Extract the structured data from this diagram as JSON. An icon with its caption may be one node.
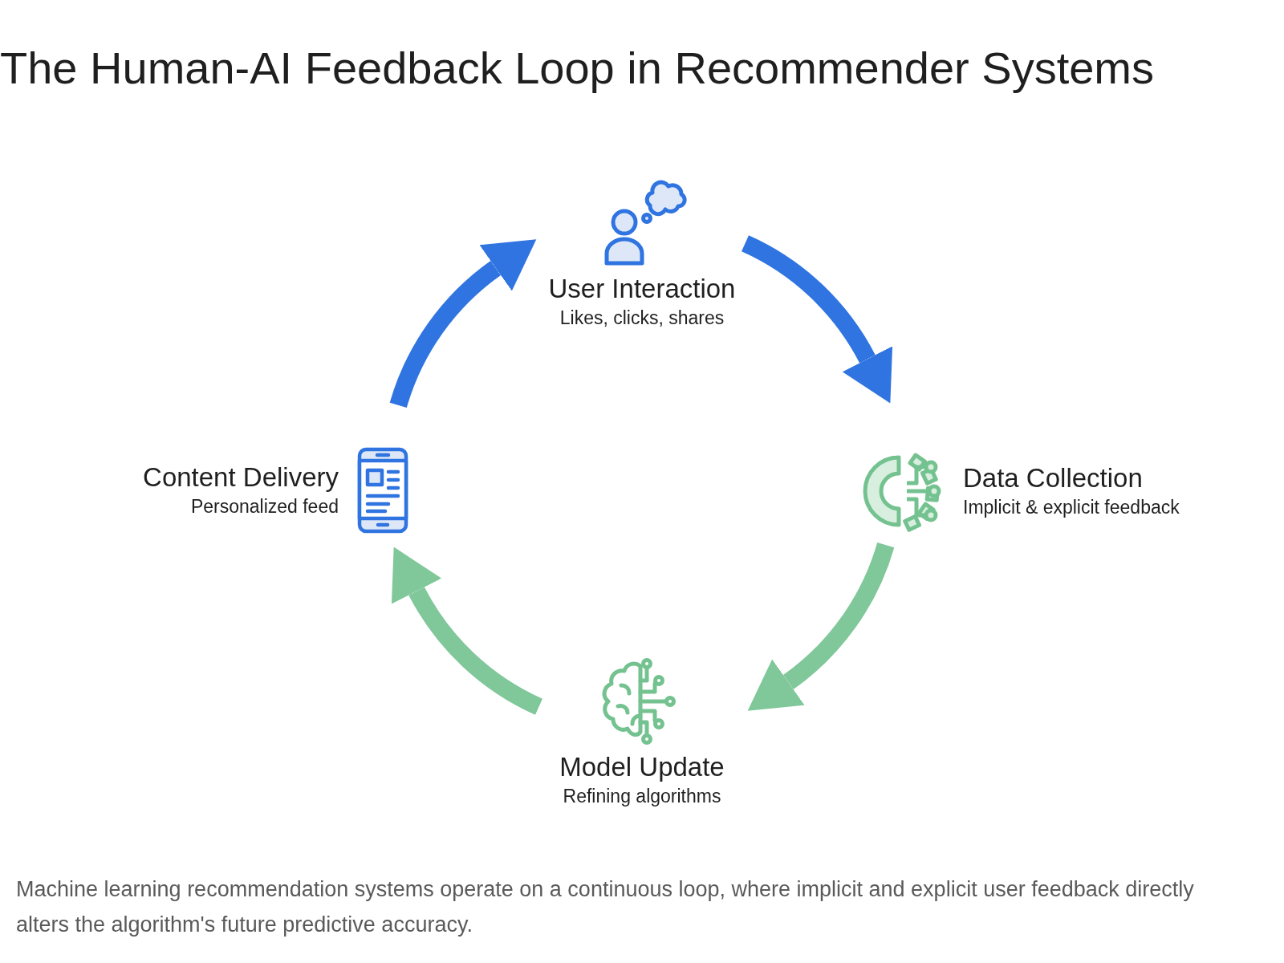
{
  "diagram": {
    "title": "The Human-AI Feedback Loop in Recommender Systems",
    "nodes": [
      {
        "text": [
          "User Interaction",
          "Likes, clicks, shares"
        ]
      },
      {
        "text": [
          "Data Collection",
          "Implicit & explicit feedback"
        ]
      },
      {
        "text": [
          "Model Update",
          "Refining algorithms"
        ]
      },
      {
        "text": [
          "Content Delivery",
          "Personalized feed"
        ]
      }
    ],
    "edges": [
      {
        "from": 3,
        "to": 0,
        "arrow": "to",
        "color": "#2f74e0"
      },
      {
        "from": 0,
        "to": 1,
        "arrow": "to",
        "color": "#2f74e0"
      },
      {
        "from": 1,
        "to": 2,
        "arrow": "to",
        "color": "#80c79a"
      },
      {
        "from": 2,
        "to": 3,
        "arrow": "to",
        "color": "#80c79a"
      }
    ],
    "caption": "Machine learning recommendation systems operate on a continuous loop, where implicit and explicit user feedback directly alters the algorithm's future predictive accuracy."
  }
}
